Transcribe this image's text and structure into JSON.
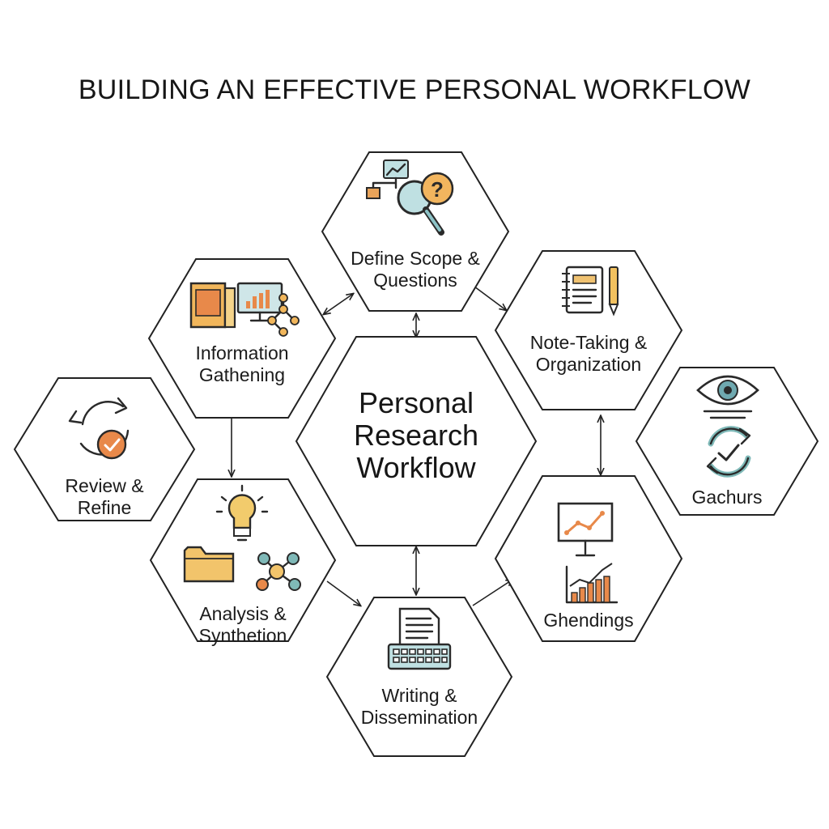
{
  "title": "BUILDING AN EFFECTIVE PERSONAL WORKFLOW",
  "center": {
    "lines": [
      "Personal",
      "Research",
      "Workflow"
    ]
  },
  "nodes": {
    "define": {
      "lines": [
        "Define Scope &",
        "Questions"
      ],
      "icons": [
        "flowchart-icon",
        "magnifier-icon",
        "question-icon"
      ]
    },
    "note": {
      "lines": [
        "Note-Taking &",
        "Organization"
      ],
      "icons": [
        "notebook-icon",
        "pen-icon"
      ]
    },
    "info": {
      "lines": [
        "Information",
        "Gathening"
      ],
      "icons": [
        "books-icon",
        "monitor-chart-icon",
        "network-icon"
      ]
    },
    "review": {
      "lines": [
        "Review &",
        "Refine"
      ],
      "icons": [
        "cycle-arrows-icon",
        "check-badge-icon"
      ]
    },
    "gachurs": {
      "lines": [
        "Gachurs"
      ],
      "icons": [
        "eye-icon",
        "refresh-check-icon"
      ]
    },
    "analysis": {
      "lines": [
        "Analysis &",
        "Synthetion"
      ],
      "icons": [
        "lightbulb-icon",
        "folder-icon",
        "molecule-icon"
      ]
    },
    "ghendings": {
      "lines": [
        "Ghendings"
      ],
      "icons": [
        "presentation-chart-icon",
        "bar-chart-icon"
      ]
    },
    "writing": {
      "lines": [
        "Writing &",
        "Dissemination"
      ],
      "icons": [
        "document-icon",
        "keyboard-icon"
      ]
    }
  },
  "colors": {
    "orange": "#E8894A",
    "teal": "#7FB9B8",
    "yellow": "#F2CB6C",
    "ink": "#222222"
  }
}
